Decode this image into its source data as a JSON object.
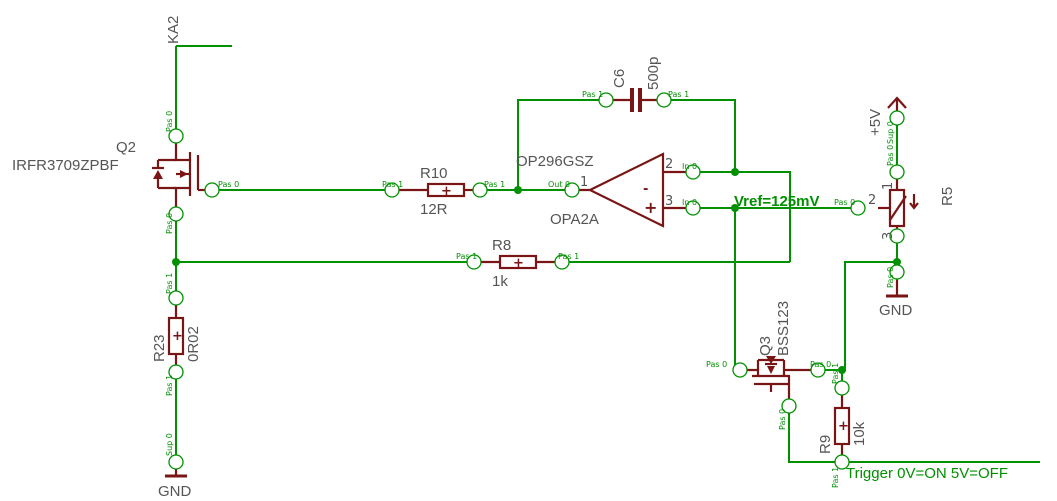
{
  "colors": {
    "wire": "#009000",
    "part": "#7a1515",
    "text": "#555555",
    "background": "#ffffff"
  },
  "parts": {
    "q2": {
      "name": "Q2",
      "value": "IRFR3709ZPBF"
    },
    "r10": {
      "name": "R10",
      "value": "12R"
    },
    "r8": {
      "name": "R8",
      "value": "1k"
    },
    "r23": {
      "name": "R23",
      "value": "0R02"
    },
    "c6": {
      "name": "C6",
      "value": "500p"
    },
    "op": {
      "name": "OP296GSZ",
      "value": "OPA2A",
      "plus": "+",
      "minus": "-"
    },
    "r5": {
      "name": "R5"
    },
    "q3": {
      "name": "Q3",
      "value": "BSS123"
    },
    "r9": {
      "name": "R9",
      "value": "10k"
    }
  },
  "nets": {
    "ka2": "KA2",
    "gnd_left": "GND",
    "gnd_right": "GND",
    "vcc": "+5V",
    "vref": "Vref=125mV",
    "trigger": "Trigger 0V=ON 5V=OFF"
  },
  "pin_labels": {
    "q2_drain": "Pas 0",
    "q2_gate": "Pas 0",
    "q2_source": "Pas 0",
    "r10_1": "Pas 1",
    "r10_2": "Pas 1",
    "r8_1": "Pas 1",
    "r8_2": "Pas 1",
    "c6_1": "Pas 1",
    "c6_2": "Pas 1",
    "op_out": "Out 0",
    "op_in2": "In 0",
    "op_in3": "In 0",
    "r23_1": "Pas 1",
    "r23_2": "Pas 1",
    "gnd_sup": "Sup 0",
    "r5_1": "Pas 0",
    "r5_2": "Pas 0",
    "r5_3": "Pas 0",
    "vcc_sup": "Sup 0",
    "q3_1": "Pas 0",
    "q3_2": "Pas 0",
    "q3_3": "Pas 0",
    "r9_1": "Pas 1",
    "r9_2": "Pas 1"
  },
  "pin_numbers": {
    "op_out": "1",
    "op_in2": "2",
    "op_in3": "3",
    "r5_1": "1",
    "r5_2": "2",
    "r5_3": "3"
  }
}
